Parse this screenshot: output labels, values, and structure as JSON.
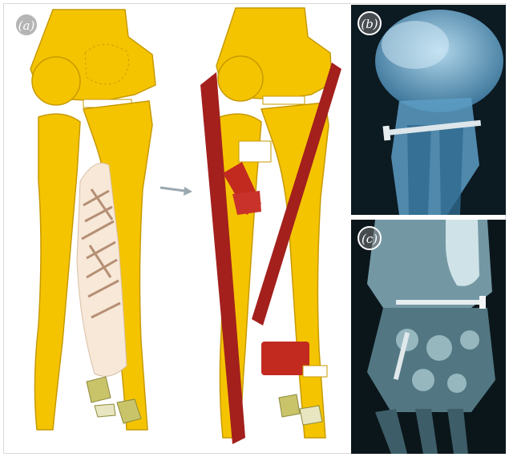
{
  "figure": {
    "panels": [
      {
        "label": "(a)"
      },
      {
        "label": "(b)"
      },
      {
        "label": "(c)"
      }
    ]
  },
  "colors": {
    "bone": "#f5c400",
    "bone_outline": "#c79a00",
    "tendon": "#a3201d",
    "tendon_light": "#d33a2c",
    "membrane": "#f7e8d8",
    "xray_bg": "#0c1a22",
    "xray_bone": "#8fc6e6",
    "xray_screw": "#dde6ea",
    "badge_bg": "#7a7a7a"
  },
  "icons": [
    "forearm-diagram",
    "xray-lateral-view",
    "xray-ap-view"
  ]
}
